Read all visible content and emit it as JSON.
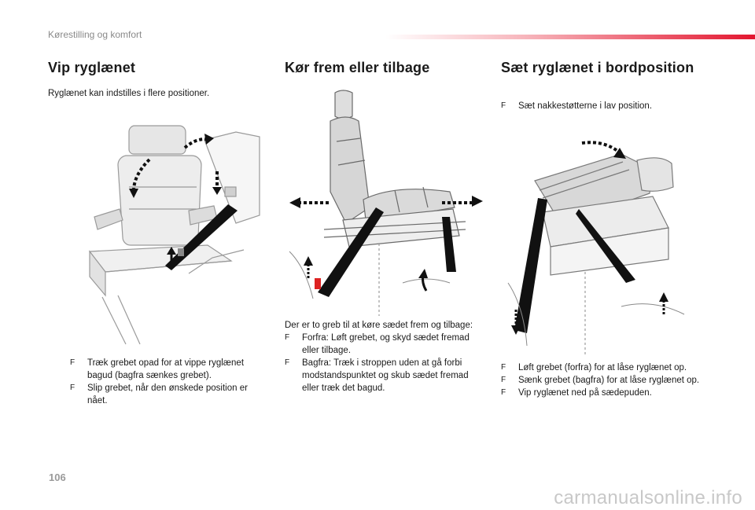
{
  "header": {
    "section_title": "Kørestilling og komfort"
  },
  "col1": {
    "title": "Vip ryglænet",
    "intro": "Ryglænet kan indstilles i flere positioner.",
    "bullets": [
      {
        "mark": "F",
        "text": "Træk grebet opad for at vippe ryglænet bagud (bagfra sænkes grebet)."
      },
      {
        "mark": "F",
        "text": "Slip grebet, når den ønskede position er nået."
      }
    ]
  },
  "col2": {
    "title": "Kør frem eller tilbage",
    "intro": "Der er to greb til at køre sædet frem og tilbage:",
    "bullets": [
      {
        "mark": "F",
        "text": "Forfra: Løft grebet, og skyd sædet fremad eller tilbage."
      },
      {
        "mark": "F",
        "text": "Bagfra: Træk i stroppen uden at gå forbi modstandspunktet og skub sædet fremad eller træk det bagud."
      }
    ]
  },
  "col3": {
    "title": "Sæt ryglænet i bordposition",
    "top_bullets": [
      {
        "mark": "F",
        "text": "Sæt nakkestøtterne i lav position."
      }
    ],
    "bullets": [
      {
        "mark": "F",
        "text": "Løft grebet (forfra) for at låse ryglænet op."
      },
      {
        "mark": "F",
        "text": "Sænk grebet (bagfra) for at låse ryglænet op."
      },
      {
        "mark": "F",
        "text": "Vip ryglænet ned på sædepuden."
      }
    ]
  },
  "footer": {
    "page_number": "106",
    "watermark": "carmanualsonline.info"
  },
  "colors": {
    "accent_red": "#e3162f",
    "text": "#1a1a1a",
    "muted": "#8a8a8a",
    "arrow": "#111111"
  }
}
